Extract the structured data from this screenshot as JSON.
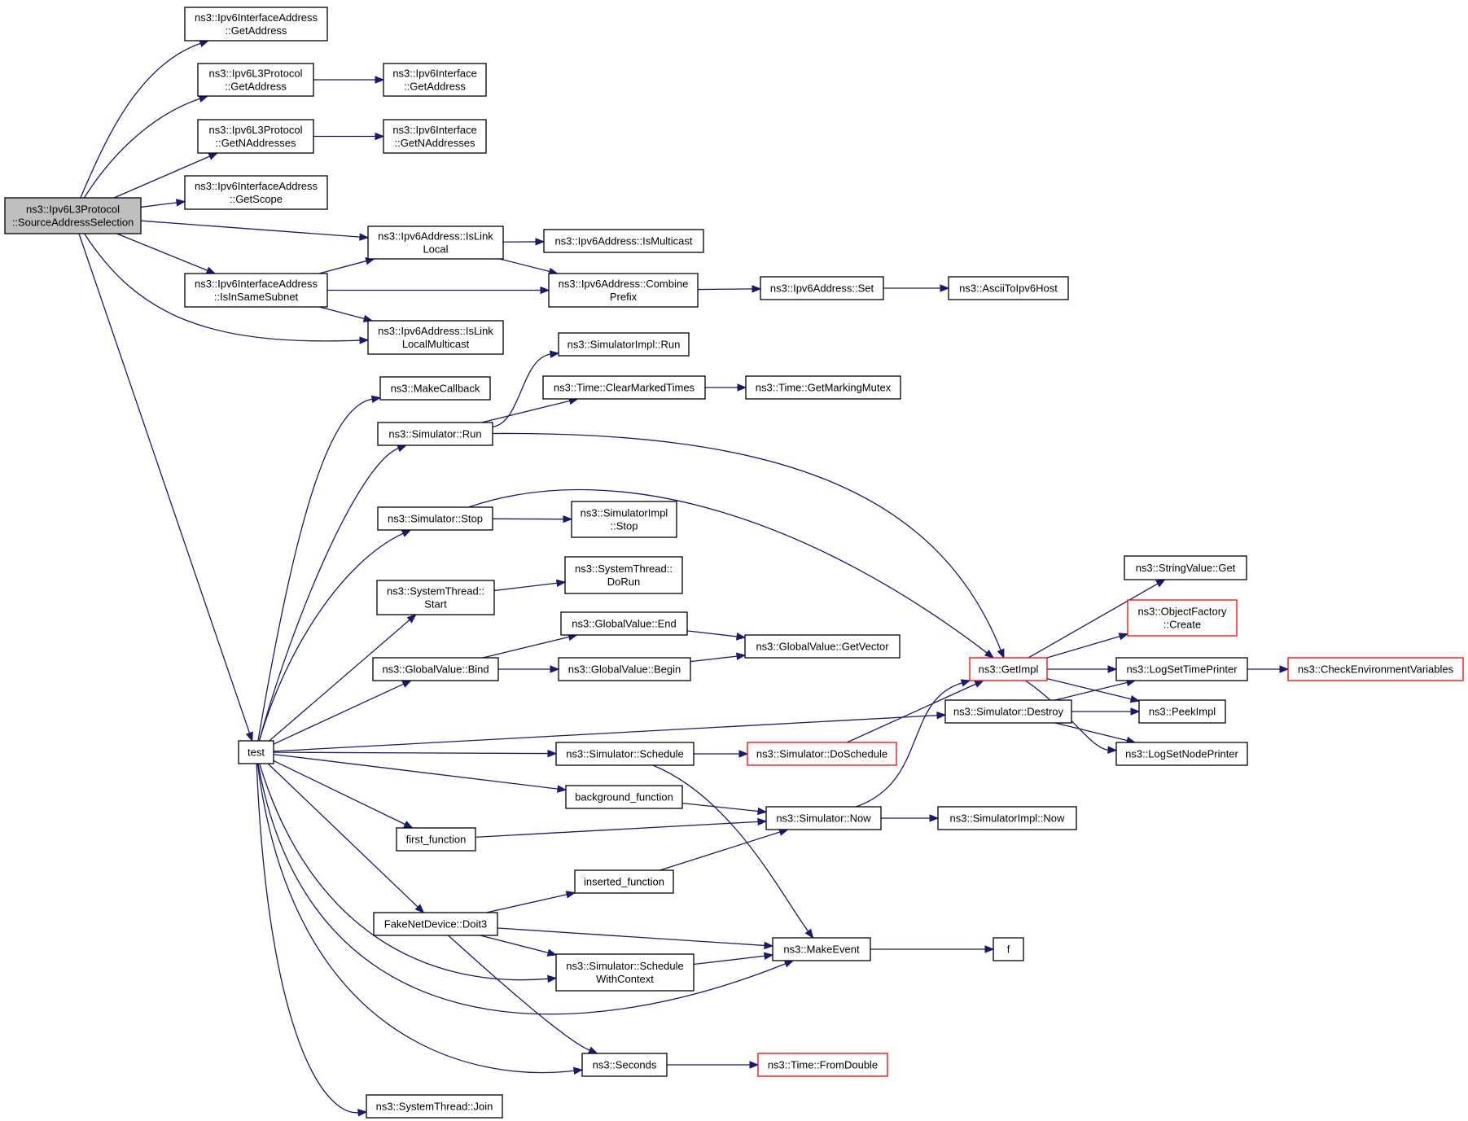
{
  "colors": {
    "edge": "#191970",
    "node_border": "#000000",
    "truncated_border": "#ff0000",
    "root_fill": "#bfbfbf"
  },
  "nodes": [
    {
      "id": "src",
      "lines": [
        "ns3::Ipv6L3Protocol",
        "::SourceAddressSelection"
      ],
      "style": "root"
    },
    {
      "id": "ifaddr_get",
      "lines": [
        "ns3::Ipv6InterfaceAddress",
        "::GetAddress"
      ]
    },
    {
      "id": "l3_get",
      "lines": [
        "ns3::Ipv6L3Protocol",
        "::GetAddress"
      ]
    },
    {
      "id": "iface_get",
      "lines": [
        "ns3::Ipv6Interface",
        "::GetAddress"
      ]
    },
    {
      "id": "l3_getn",
      "lines": [
        "ns3::Ipv6L3Protocol",
        "::GetNAddresses"
      ]
    },
    {
      "id": "iface_getn",
      "lines": [
        "ns3::Ipv6Interface",
        "::GetNAddresses"
      ]
    },
    {
      "id": "ifaddr_scope",
      "lines": [
        "ns3::Ipv6InterfaceAddress",
        "::GetScope"
      ]
    },
    {
      "id": "islink",
      "lines": [
        "ns3::Ipv6Address::IsLink",
        "Local"
      ]
    },
    {
      "id": "ismc",
      "lines": [
        "ns3::Ipv6Address::IsMulticast"
      ]
    },
    {
      "id": "insame",
      "lines": [
        "ns3::Ipv6InterfaceAddress",
        "::IsInSameSubnet"
      ]
    },
    {
      "id": "combine",
      "lines": [
        "ns3::Ipv6Address::Combine",
        "Prefix"
      ]
    },
    {
      "id": "set",
      "lines": [
        "ns3::Ipv6Address::Set"
      ]
    },
    {
      "id": "ascii",
      "lines": [
        "ns3::AsciiToIpv6Host"
      ]
    },
    {
      "id": "islinkmc",
      "lines": [
        "ns3::Ipv6Address::IsLink",
        "LocalMulticast"
      ]
    },
    {
      "id": "simimpl_run",
      "lines": [
        "ns3::SimulatorImpl::Run"
      ]
    },
    {
      "id": "makecb",
      "lines": [
        "ns3::MakeCallback"
      ]
    },
    {
      "id": "clearmarked",
      "lines": [
        "ns3::Time::ClearMarkedTimes"
      ]
    },
    {
      "id": "markmutex",
      "lines": [
        "ns3::Time::GetMarkingMutex"
      ]
    },
    {
      "id": "sim_run",
      "lines": [
        "ns3::Simulator::Run"
      ]
    },
    {
      "id": "sim_stop",
      "lines": [
        "ns3::Simulator::Stop"
      ]
    },
    {
      "id": "simimpl_stop",
      "lines": [
        "ns3::SimulatorImpl",
        "::Stop"
      ]
    },
    {
      "id": "st_start",
      "lines": [
        "ns3::SystemThread::",
        "Start"
      ]
    },
    {
      "id": "st_dorun",
      "lines": [
        "ns3::SystemThread::",
        "DoRun"
      ]
    },
    {
      "id": "stringget",
      "lines": [
        "ns3::StringValue::Get"
      ]
    },
    {
      "id": "ofcreate",
      "lines": [
        "ns3::ObjectFactory",
        "::Create"
      ],
      "style": "trunc"
    },
    {
      "id": "gv_end",
      "lines": [
        "ns3::GlobalValue::End"
      ]
    },
    {
      "id": "gv_getvec",
      "lines": [
        "ns3::GlobalValue::GetVector"
      ]
    },
    {
      "id": "gv_bind",
      "lines": [
        "ns3::GlobalValue::Bind"
      ]
    },
    {
      "id": "gv_begin",
      "lines": [
        "ns3::GlobalValue::Begin"
      ]
    },
    {
      "id": "getimpl",
      "lines": [
        "ns3::GetImpl"
      ],
      "style": "trunc"
    },
    {
      "id": "logtime",
      "lines": [
        "ns3::LogSetTimePrinter"
      ]
    },
    {
      "id": "checkenv",
      "lines": [
        "ns3::CheckEnvironmentVariables"
      ],
      "style": "trunc"
    },
    {
      "id": "sim_destroy",
      "lines": [
        "ns3::Simulator::Destroy"
      ]
    },
    {
      "id": "peekimpl",
      "lines": [
        "ns3::PeekImpl"
      ]
    },
    {
      "id": "test",
      "lines": [
        "test"
      ]
    },
    {
      "id": "sim_schedule",
      "lines": [
        "ns3::Simulator::Schedule"
      ]
    },
    {
      "id": "sim_dosched",
      "lines": [
        "ns3::Simulator::DoSchedule"
      ],
      "style": "trunc"
    },
    {
      "id": "lognode",
      "lines": [
        "ns3::LogSetNodePrinter"
      ]
    },
    {
      "id": "bgfunc",
      "lines": [
        "background_function"
      ]
    },
    {
      "id": "sim_now",
      "lines": [
        "ns3::Simulator::Now"
      ]
    },
    {
      "id": "simimpl_now",
      "lines": [
        "ns3::SimulatorImpl::Now"
      ]
    },
    {
      "id": "firstfunc",
      "lines": [
        "first_function"
      ]
    },
    {
      "id": "insfunc",
      "lines": [
        "inserted_function"
      ]
    },
    {
      "id": "doit3",
      "lines": [
        "FakeNetDevice::Doit3"
      ]
    },
    {
      "id": "makeevent",
      "lines": [
        "ns3::MakeEvent"
      ]
    },
    {
      "id": "f",
      "lines": [
        "f"
      ]
    },
    {
      "id": "schedctx",
      "lines": [
        "ns3::Simulator::Schedule",
        "WithContext"
      ]
    },
    {
      "id": "seconds",
      "lines": [
        "ns3::Seconds"
      ]
    },
    {
      "id": "fromdouble",
      "lines": [
        "ns3::Time::FromDouble"
      ],
      "style": "trunc"
    },
    {
      "id": "st_join",
      "lines": [
        "ns3::SystemThread::Join"
      ]
    }
  ],
  "edges": [
    [
      "src",
      "ifaddr_get"
    ],
    [
      "src",
      "l3_get"
    ],
    [
      "src",
      "l3_getn"
    ],
    [
      "src",
      "ifaddr_scope"
    ],
    [
      "src",
      "islink"
    ],
    [
      "src",
      "insame"
    ],
    [
      "src",
      "islinkmc"
    ],
    [
      "src",
      "test"
    ],
    [
      "l3_get",
      "iface_get"
    ],
    [
      "l3_getn",
      "iface_getn"
    ],
    [
      "islink",
      "ismc"
    ],
    [
      "islink",
      "combine"
    ],
    [
      "insame",
      "islink"
    ],
    [
      "insame",
      "combine"
    ],
    [
      "insame",
      "islinkmc"
    ],
    [
      "combine",
      "set"
    ],
    [
      "set",
      "ascii"
    ],
    [
      "test",
      "makecb"
    ],
    [
      "test",
      "sim_run"
    ],
    [
      "test",
      "sim_stop"
    ],
    [
      "test",
      "st_start"
    ],
    [
      "test",
      "gv_bind"
    ],
    [
      "test",
      "sim_destroy"
    ],
    [
      "test",
      "sim_schedule"
    ],
    [
      "test",
      "bgfunc"
    ],
    [
      "test",
      "firstfunc"
    ],
    [
      "test",
      "doit3"
    ],
    [
      "test",
      "schedctx"
    ],
    [
      "test",
      "makeevent"
    ],
    [
      "test",
      "seconds"
    ],
    [
      "test",
      "st_join"
    ],
    [
      "sim_run",
      "simimpl_run"
    ],
    [
      "sim_run",
      "clearmarked"
    ],
    [
      "sim_run",
      "getimpl"
    ],
    [
      "clearmarked",
      "markmutex"
    ],
    [
      "sim_stop",
      "simimpl_stop"
    ],
    [
      "sim_stop",
      "getimpl"
    ],
    [
      "st_start",
      "st_dorun"
    ],
    [
      "gv_bind",
      "gv_end"
    ],
    [
      "gv_bind",
      "gv_begin"
    ],
    [
      "gv_end",
      "gv_getvec"
    ],
    [
      "gv_begin",
      "gv_getvec"
    ],
    [
      "getimpl",
      "stringget"
    ],
    [
      "getimpl",
      "ofcreate"
    ],
    [
      "getimpl",
      "logtime"
    ],
    [
      "getimpl",
      "peekimpl"
    ],
    [
      "getimpl",
      "lognode"
    ],
    [
      "logtime",
      "checkenv"
    ],
    [
      "sim_destroy",
      "logtime"
    ],
    [
      "sim_destroy",
      "peekimpl"
    ],
    [
      "sim_destroy",
      "lognode"
    ],
    [
      "sim_schedule",
      "sim_dosched"
    ],
    [
      "sim_schedule",
      "makeevent"
    ],
    [
      "sim_dosched",
      "getimpl"
    ],
    [
      "bgfunc",
      "sim_now"
    ],
    [
      "firstfunc",
      "sim_now"
    ],
    [
      "insfunc",
      "sim_now"
    ],
    [
      "sim_now",
      "getimpl"
    ],
    [
      "sim_now",
      "simimpl_now"
    ],
    [
      "doit3",
      "insfunc"
    ],
    [
      "doit3",
      "makeevent"
    ],
    [
      "doit3",
      "schedctx"
    ],
    [
      "doit3",
      "seconds"
    ],
    [
      "schedctx",
      "makeevent"
    ],
    [
      "makeevent",
      "f"
    ],
    [
      "seconds",
      "fromdouble"
    ]
  ]
}
